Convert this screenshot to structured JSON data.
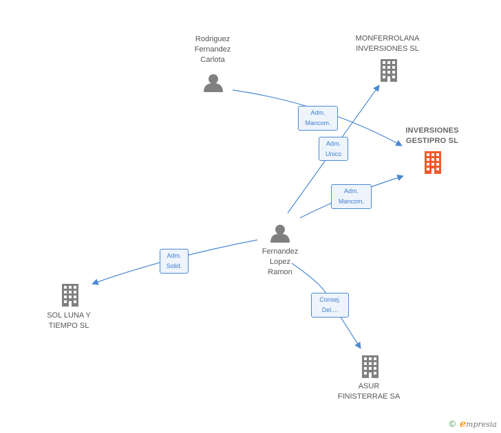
{
  "nodes": {
    "rodriguez": {
      "lines": [
        "Rodriguez",
        "Fernandez",
        "Carlota"
      ],
      "kind": "person"
    },
    "monferrolana": {
      "lines": [
        "MONFERROLANA",
        "INVERSIONES SL"
      ],
      "kind": "company"
    },
    "inversiones": {
      "lines": [
        "INVERSIONES",
        "GESTIPRO SL"
      ],
      "kind": "company-highlight"
    },
    "fernandez": {
      "lines": [
        "Fernandez",
        "Lopez",
        "Ramon"
      ],
      "kind": "person"
    },
    "sol": {
      "lines": [
        "SOL LUNA Y",
        "TIEMPO SL"
      ],
      "kind": "company"
    },
    "asur": {
      "lines": [
        "ASUR",
        "FINISTERRAE SA"
      ],
      "kind": "company"
    }
  },
  "edges": {
    "rodriguez_inversiones": [
      "Adm.",
      "Mancom."
    ],
    "fernandez_monferrolana": [
      "Adm.",
      "Unico"
    ],
    "fernandez_inversiones": [
      "Adm.",
      "Mancom."
    ],
    "fernandez_sol": [
      "Adm.",
      "Solid."
    ],
    "fernandez_asur": [
      "Consej.",
      "Del...."
    ]
  },
  "colors": {
    "edge": "#4a89d3",
    "icon": "#808080",
    "highlight": "#f05a2a"
  },
  "footer": {
    "copyright": "©",
    "brand_initial": "e",
    "brand_rest": "mpresia"
  }
}
